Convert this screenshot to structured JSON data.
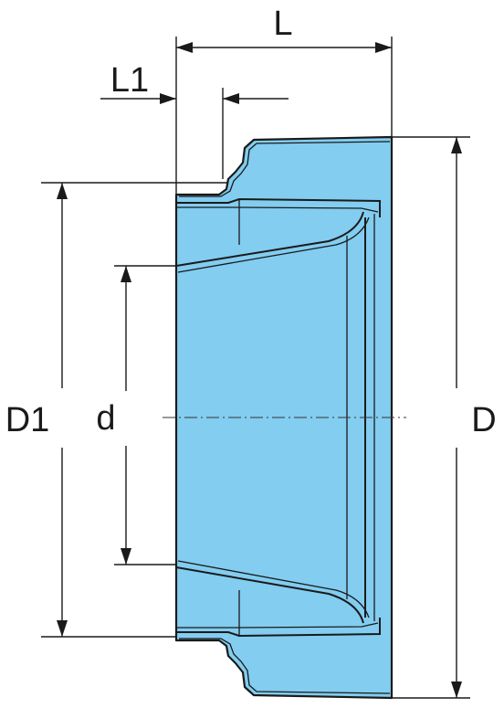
{
  "labels": {
    "L": "L",
    "L1": "L1",
    "D": "D",
    "D1": "D1",
    "d": "d"
  },
  "colors": {
    "part_fill": "#82cdf0",
    "line": "#1a1a1a",
    "background": "#ffffff"
  }
}
